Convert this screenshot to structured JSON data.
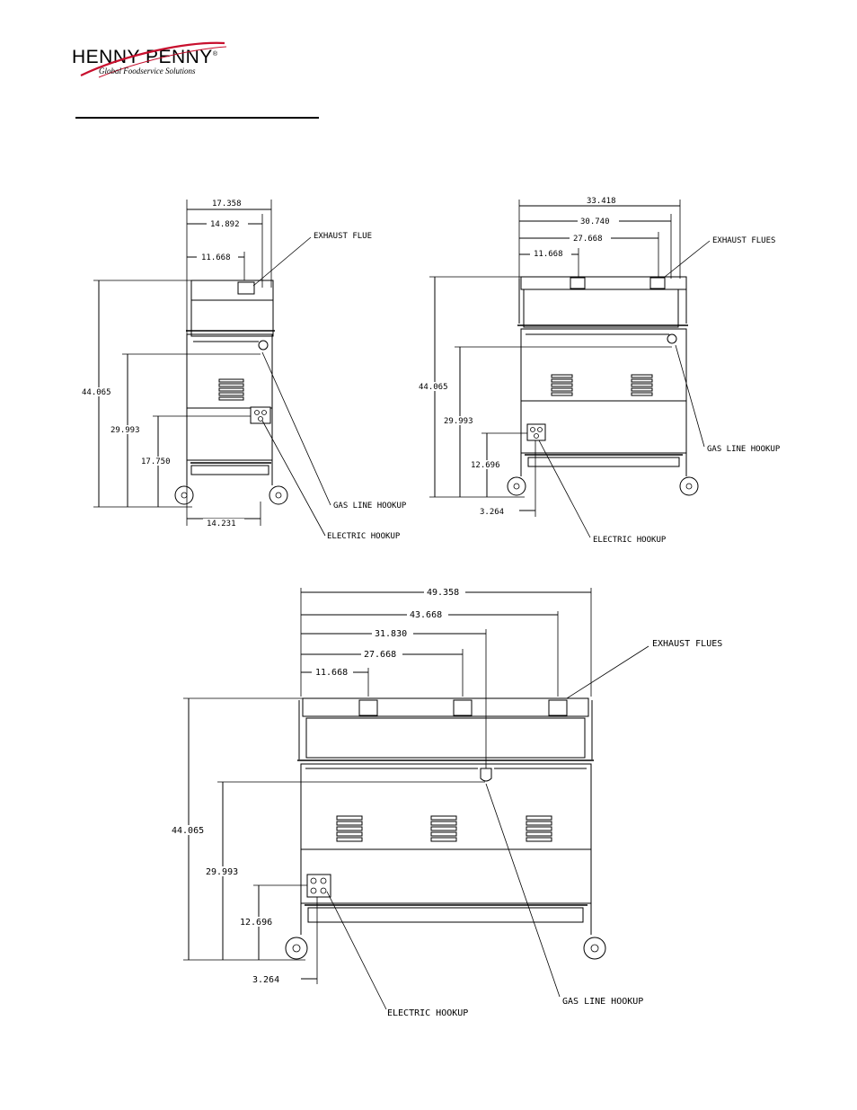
{
  "logo": {
    "brand": "HENNY PENNY",
    "registered": "®",
    "tagline": "Global Foodservice Solutions"
  },
  "views": {
    "single": {
      "dims": {
        "w_overall": "17.358",
        "w_2": "14.892",
        "flue_offset": "11.668",
        "height": "44.065",
        "gas_height": "29.993",
        "elec_height": "17.750",
        "caster_span": "14.231"
      },
      "labels": {
        "exhaust": "EXHAUST FLUE",
        "gas": "GAS LINE HOOKUP",
        "electric": "ELECTRIC HOOKUP"
      }
    },
    "double": {
      "dims": {
        "w_overall": "33.418",
        "w_2": "30.740",
        "flue_2": "27.668",
        "flue_1": "11.668",
        "height": "44.065",
        "gas_height": "29.993",
        "elec_height": "12.696",
        "elec_offset": "3.264"
      },
      "labels": {
        "exhaust": "EXHAUST FLUES",
        "gas": "GAS LINE HOOKUP",
        "electric": "ELECTRIC HOOKUP"
      }
    },
    "triple": {
      "dims": {
        "w_overall": "49.358",
        "w_2": "43.668",
        "gas_offset": "31.830",
        "flue_2": "27.668",
        "flue_1": "11.668",
        "height": "44.065",
        "gas_height": "29.993",
        "elec_height": "12.696",
        "elec_offset": "3.264"
      },
      "labels": {
        "exhaust": "EXHAUST FLUES",
        "gas": "GAS LINE HOOKUP",
        "electric": "ELECTRIC HOOKUP"
      }
    }
  }
}
